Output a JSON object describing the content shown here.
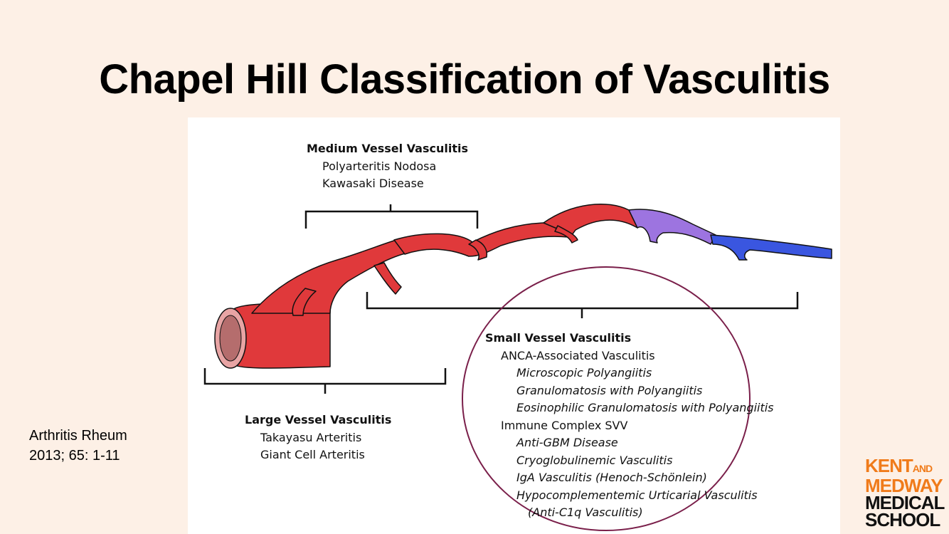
{
  "slide": {
    "title": "Chapel Hill Classification of Vasculitis"
  },
  "diagram": {
    "medium": {
      "heading": "Medium Vessel Vasculitis",
      "items": [
        "Polyarteritis Nodosa",
        "Kawasaki Disease"
      ]
    },
    "large": {
      "heading": "Large Vessel Vasculitis",
      "items": [
        "Takayasu Arteritis",
        "Giant Cell Arteritis"
      ]
    },
    "small": {
      "heading": "Small Vessel Vasculitis",
      "anca": "ANCA-Associated Vasculitis",
      "anca_items": [
        "Microscopic Polyangiitis",
        "Granulomatosis with Polyangiitis",
        "Eosinophilic Granulomatosis with Polyangiitis"
      ],
      "immune": "Immune Complex SVV",
      "immune_items": [
        "Anti-GBM Disease",
        "Cryoglobulinemic Vasculitis",
        "IgA Vasculitis (Henoch-Schönlein)",
        "Hypocomplementemic Urticarial Vasculitis"
      ],
      "immune_sub": "(Anti-C1q Vasculitis)"
    }
  },
  "citation": {
    "line1": "Arthritis Rheum",
    "line2": "2013; 65: 1-11"
  },
  "logo": {
    "line1a": "KENT",
    "line1b": "AND",
    "line2": "MEDWAY",
    "line3": "MEDICAL",
    "line4": "SCHOOL"
  },
  "colors": {
    "background": "#fdf0e6",
    "artery_red": "#e0393b",
    "vein_blue": "#3a56e0",
    "transition_purple": "#8e6fe0",
    "circle": "#7a1f4a",
    "logo_orange": "#f07b1a"
  }
}
